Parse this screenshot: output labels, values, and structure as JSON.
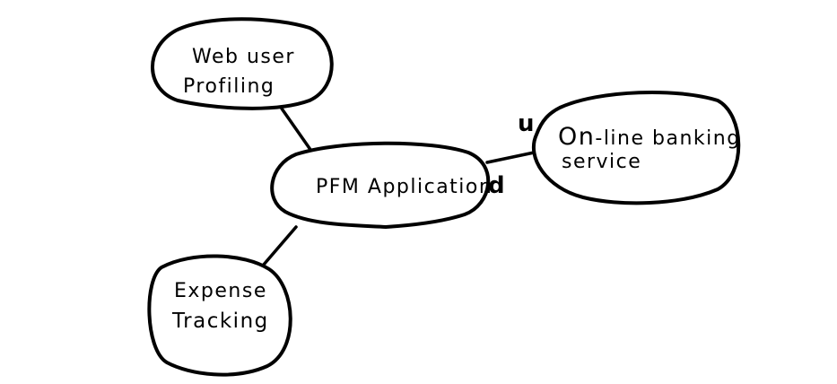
{
  "nodes": {
    "web_profiling": {
      "line1": "Web user",
      "line2": "Profiling"
    },
    "pfm_app": {
      "label": "PFM Application"
    },
    "online_banking": {
      "line1_big": "On",
      "line1_rest": "-line banking",
      "line2": "service"
    },
    "expense_tracking": {
      "line1": "Expense",
      "line2": "Tracking"
    }
  },
  "markers": {
    "up": "u",
    "down": "d"
  },
  "colors": {
    "stroke": "#000000",
    "fill": "#ffffff"
  }
}
